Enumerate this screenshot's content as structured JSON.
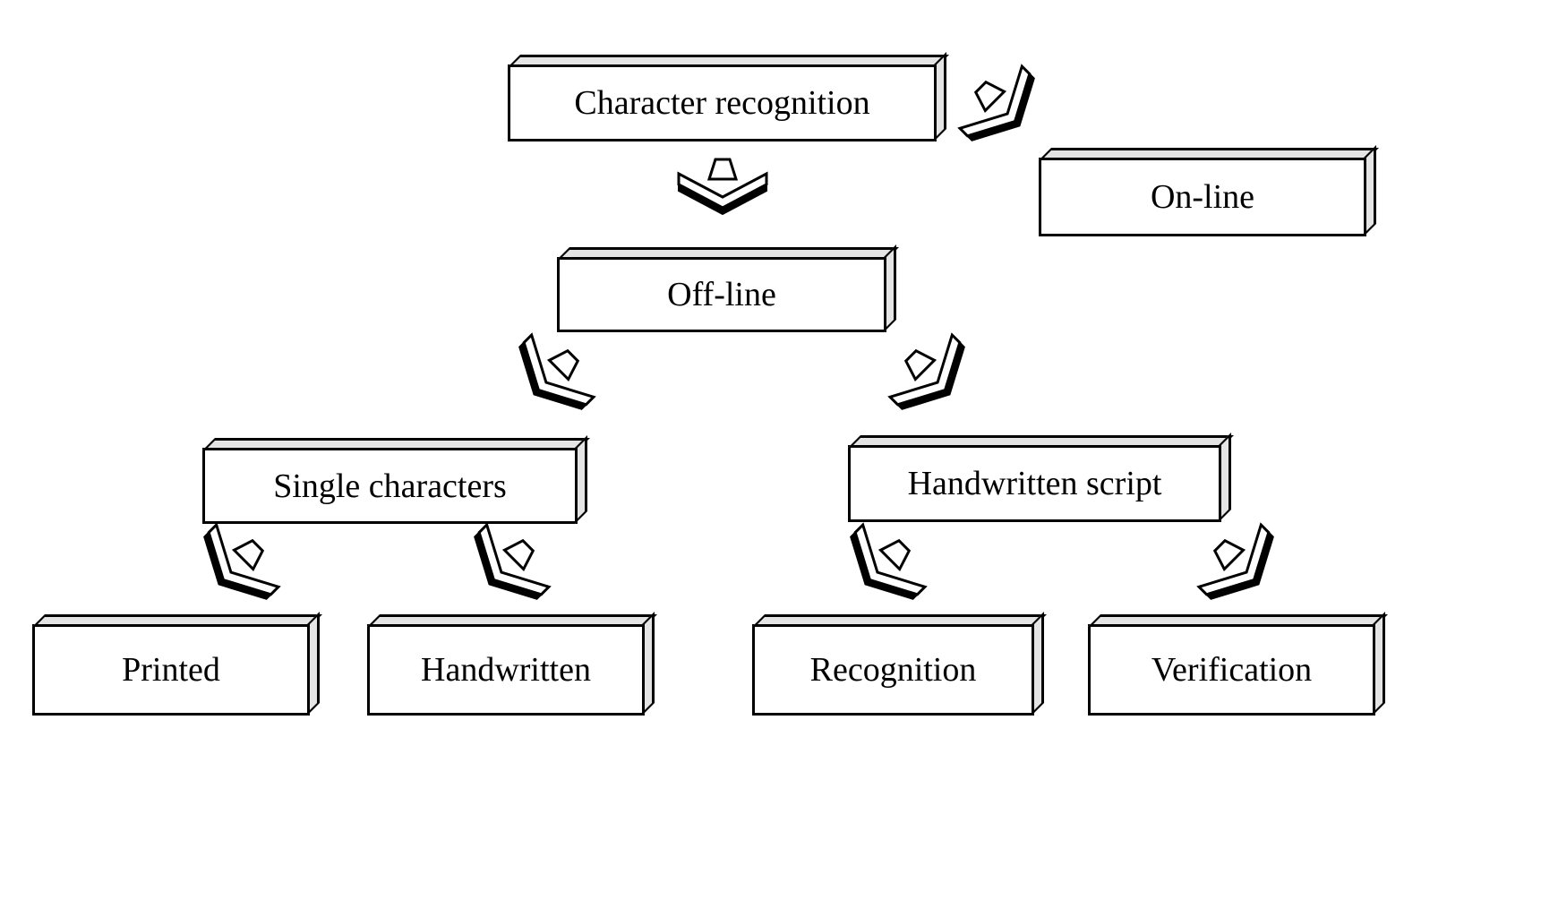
{
  "diagram": {
    "nodes": [
      {
        "id": "character-recognition",
        "label": "Character recognition"
      },
      {
        "id": "on-line",
        "label": "On-line"
      },
      {
        "id": "off-line",
        "label": "Off-line"
      },
      {
        "id": "single-characters",
        "label": "Single characters"
      },
      {
        "id": "handwritten-script",
        "label": "Handwritten script"
      },
      {
        "id": "printed",
        "label": "Printed"
      },
      {
        "id": "handwritten",
        "label": "Handwritten"
      },
      {
        "id": "recognition",
        "label": "Recognition"
      },
      {
        "id": "verification",
        "label": "Verification"
      }
    ],
    "edges": [
      {
        "from": "character-recognition",
        "to": "off-line"
      },
      {
        "from": "character-recognition",
        "to": "on-line"
      },
      {
        "from": "off-line",
        "to": "single-characters"
      },
      {
        "from": "off-line",
        "to": "handwritten-script"
      },
      {
        "from": "single-characters",
        "to": "printed"
      },
      {
        "from": "single-characters",
        "to": "handwritten"
      },
      {
        "from": "handwritten-script",
        "to": "recognition"
      },
      {
        "from": "handwritten-script",
        "to": "verification"
      }
    ],
    "colors": {
      "box_face": "#ffffff",
      "box_shade": "#e4e4e4",
      "outline": "#000000",
      "background": "#ffffff"
    }
  }
}
